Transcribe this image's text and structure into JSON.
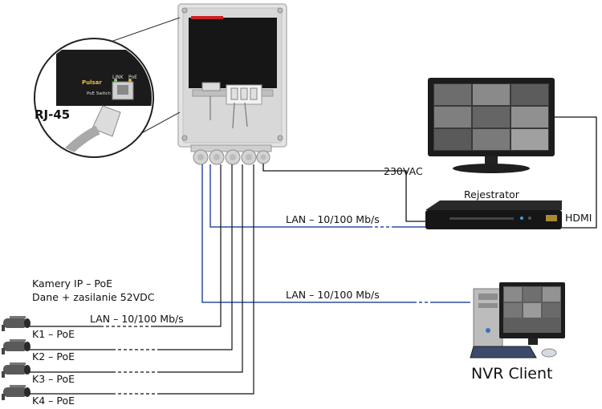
{
  "labels": {
    "rj45": "RJ-45",
    "power": "230VAC",
    "recorder": "Rejestrator",
    "hdmi": "HDMI",
    "lan_recorder": "LAN – 10/100 Mb/s",
    "lan_client": "LAN – 10/100 Mb/s",
    "lan_cameras": "LAN – 10/100 Mb/s",
    "cameras_title": "Kamery IP – PoE",
    "cameras_subtitle": "Dane + zasilanie 52VDC",
    "nvr_client": "NVR Client"
  },
  "cameras": [
    {
      "label": "K1 – PoE"
    },
    {
      "label": "K2 – PoE"
    },
    {
      "label": "K3 – PoE"
    },
    {
      "label": "K4 – PoE"
    }
  ],
  "switch_brand": {
    "logo_text": "Pulsar",
    "port_labels": [
      "LINK",
      "PoE"
    ],
    "device_text": "PoE Switch"
  },
  "colors": {
    "lan_cable": "#2b4fa0",
    "power_cable": "#111111",
    "enclosure": "#e3e3e3",
    "device_black": "#1c1c1c"
  }
}
